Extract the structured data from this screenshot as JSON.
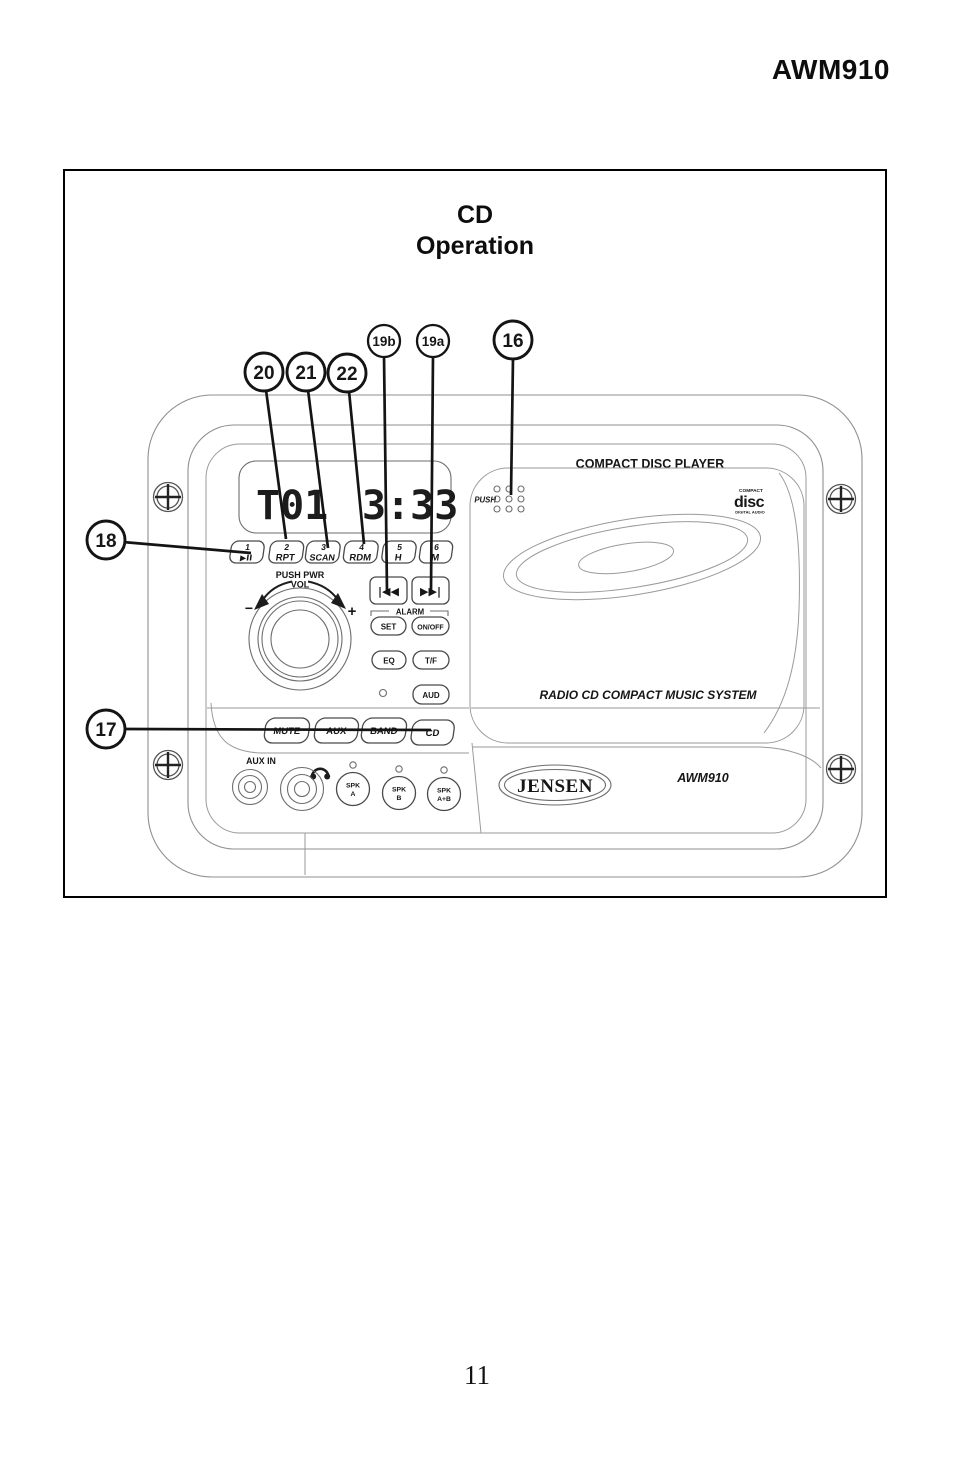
{
  "page": {
    "model": "AWM910",
    "page_number": "11"
  },
  "figure": {
    "title_line1": "CD",
    "title_line2": "Operation"
  },
  "callouts": {
    "c20": "20",
    "c21": "21",
    "c22": "22",
    "c19b": "19b",
    "c19a": "19a",
    "c16": "16",
    "c18": "18",
    "c17": "17"
  },
  "device": {
    "display": {
      "track": "T01",
      "time": "3:33"
    },
    "presets": [
      {
        "num": "1",
        "label": "▶II"
      },
      {
        "num": "2",
        "label": "RPT"
      },
      {
        "num": "3",
        "label": "SCAN"
      },
      {
        "num": "4",
        "label": "RDM"
      },
      {
        "num": "5",
        "label": "H"
      },
      {
        "num": "6",
        "label": "M"
      }
    ],
    "volume": {
      "push_pwr": "PUSH PWR",
      "vol": "VOL",
      "minus": "−",
      "plus": "+"
    },
    "transport": {
      "prev": "|◀◀",
      "next": "▶▶|"
    },
    "alarm": {
      "label": "ALARM",
      "set": "SET",
      "on_off": "ON/OFF"
    },
    "buttons": {
      "eq": "EQ",
      "tf": "T/F",
      "aud": "AUD",
      "mute": "MUTE",
      "aux": "AUX",
      "band": "BAND",
      "cd": "CD"
    },
    "jacks": {
      "aux_in": "AUX IN"
    },
    "speakers": [
      {
        "line1": "SPK",
        "line2": "A"
      },
      {
        "line1": "SPK",
        "line2": "B"
      },
      {
        "line1": "SPK",
        "line2": "A+B"
      }
    ],
    "cd_door": {
      "title": "COMPACT DISC PLAYER",
      "push": "PUSH",
      "logo": {
        "top": "COMPACT",
        "main": "disc",
        "bottom": "DIGITAL AUDIO"
      },
      "tagline": "RADIO CD COMPACT MUSIC SYSTEM"
    },
    "brand": "JENSEN",
    "model": "AWM910"
  }
}
